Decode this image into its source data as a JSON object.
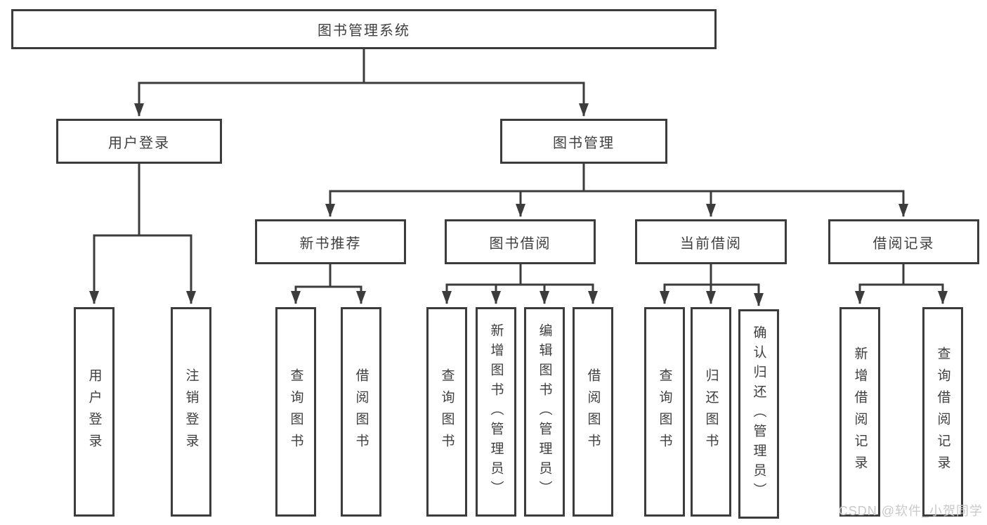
{
  "colors": {
    "line": "#3c3c3c",
    "text": "#3f3f3f",
    "bg": "#ffffff",
    "watermark": "#c9c9c9"
  },
  "watermark": "CSDN @软件_小贺同学",
  "tree": {
    "label": "图书管理系统",
    "children": [
      {
        "label": "用户登录",
        "children": [
          {
            "label": "用户登录"
          },
          {
            "label": "注销登录"
          }
        ]
      },
      {
        "label": "图书管理",
        "children": [
          {
            "label": "新书推荐",
            "children": [
              {
                "label": "查询图书"
              },
              {
                "label": "借阅图书"
              }
            ]
          },
          {
            "label": "图书借阅",
            "children": [
              {
                "label": "查询图书"
              },
              {
                "label": "新增图书（管理员）"
              },
              {
                "label": "编辑图书（管理员）"
              },
              {
                "label": "借阅图书"
              }
            ]
          },
          {
            "label": "当前借阅",
            "children": [
              {
                "label": "查询图书"
              },
              {
                "label": "归还图书"
              },
              {
                "label": "确认归还（管理员）"
              }
            ]
          },
          {
            "label": "借阅记录",
            "children": [
              {
                "label": "新增借阅记录"
              },
              {
                "label": "查询借阅记录"
              }
            ]
          }
        ]
      }
    ]
  }
}
